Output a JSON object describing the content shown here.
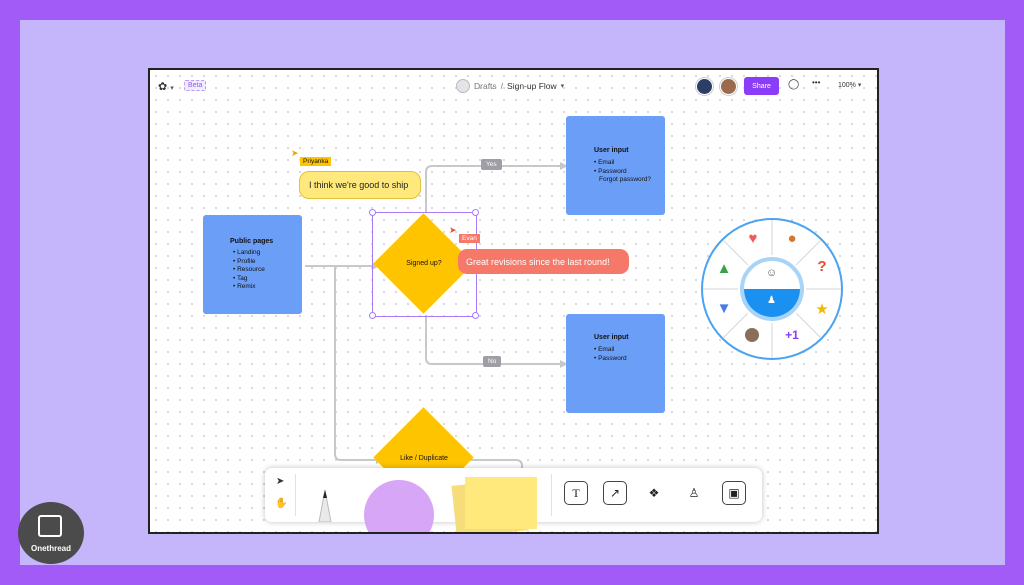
{
  "topbar": {
    "beta_label": "Beta",
    "breadcrumb_parent": "Drafts",
    "breadcrumb_sep": "/",
    "file_name": "Sign-up Flow",
    "share_label": "Share",
    "zoom": "100%",
    "more_label": "•••"
  },
  "flow": {
    "public_pages": {
      "title": "Public pages",
      "items": [
        "• Landing",
        "• Profile",
        "• Resource",
        "• Tag",
        "• Remix"
      ]
    },
    "user_input_top": {
      "title": "User input",
      "items": [
        "• Email",
        "• Password",
        "Forgot password?"
      ]
    },
    "user_input_bottom": {
      "title": "User input",
      "items": [
        "• Email",
        "• Password"
      ]
    },
    "decision": "Signed up?",
    "decision2": "Like / Duplicate",
    "yes_label": "Yes",
    "no_label": "No"
  },
  "comments": {
    "priyanka_name": "Priyanka",
    "priyanka_text": "I think we're good to ship",
    "evan_name": "Evan",
    "evan_text": "Great revisions since the last round!"
  },
  "reaction_wheel": {
    "plus_one": "+1"
  },
  "brand": {
    "name": "Onethread"
  },
  "colors": {
    "purple_frame": "#a35bf7",
    "box_blue": "#6b9ef7",
    "diamond_yellow": "#ffc400",
    "share_purple": "#8b3cf7",
    "comment_red": "#f57869",
    "comment_yellow": "#ffe97d"
  }
}
